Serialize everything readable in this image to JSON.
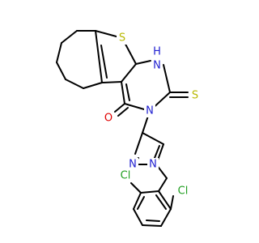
{
  "molecule": {
    "atoms": {
      "s_ring": "S",
      "nh": "H",
      "n_nh": "N",
      "s_thione": "S",
      "n3": "N",
      "o": "O",
      "n_pyr2": "N",
      "n_pyr1": "N",
      "cl_left": "Cl",
      "cl_right": "Cl"
    }
  },
  "colors": {
    "bond": "#000000",
    "S": "#b8b800",
    "N": "#1f1fd0",
    "O": "#e00000",
    "Cl": "#1f9e1f"
  }
}
